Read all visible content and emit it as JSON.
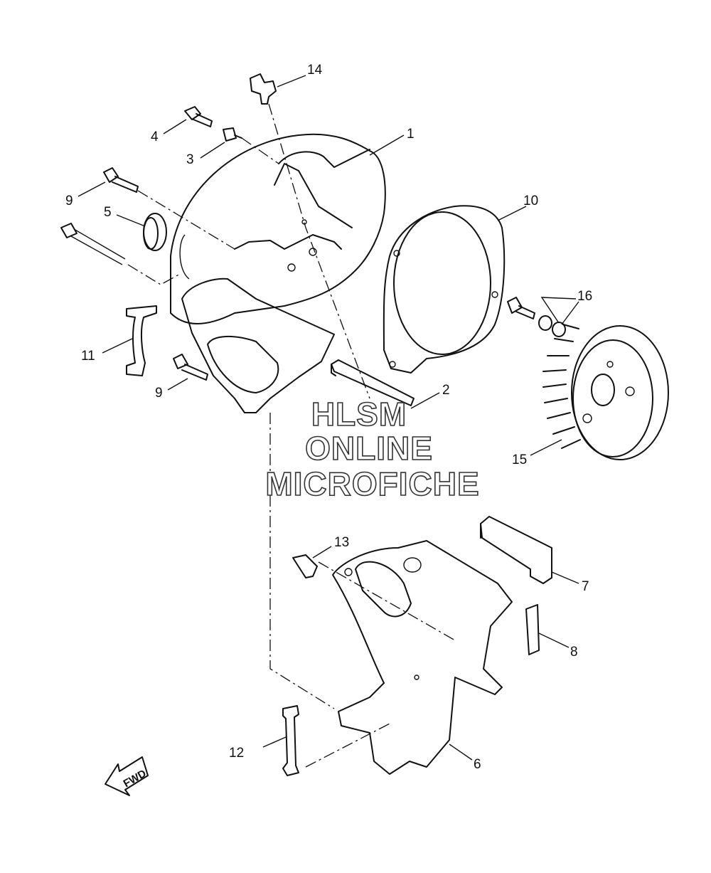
{
  "diagram": {
    "callouts": [
      "1",
      "2",
      "3",
      "4",
      "5",
      "6",
      "7",
      "8",
      "9",
      "9",
      "10",
      "11",
      "12",
      "13",
      "14",
      "15",
      "16"
    ],
    "watermark": [
      "HLSM",
      "ONLINE",
      "MICROFICHE"
    ],
    "direction_arrow": "FWD"
  }
}
